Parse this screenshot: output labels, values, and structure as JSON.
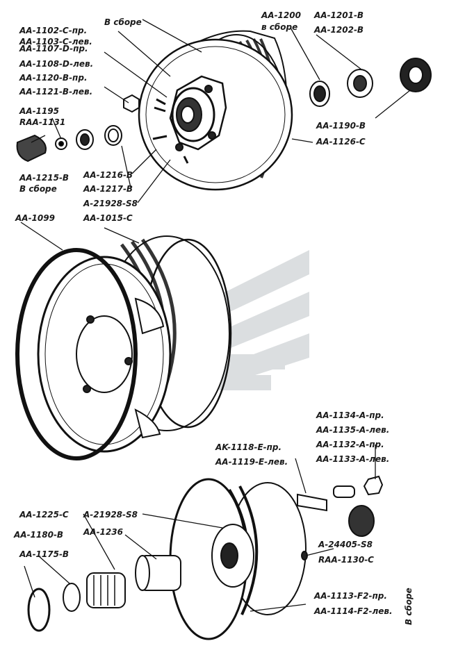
{
  "figure": {
    "labels": {
      "l1102": "AA-1102-C-пр.",
      "l1103": "AA-1103-C-лев.",
      "assy1": "В сборе",
      "l1107": "AA-1107-D-пр.",
      "l1108": "AA-1108-D-лев.",
      "l1120": "AA-1120-B-пр.",
      "l1121": "AA-1121-B-лев.",
      "l1195": "AA-1195",
      "l1131": "RAA-1131",
      "l1215": "AA-1215-B",
      "assy1215": "В сборе",
      "l1216": "AA-1216-B",
      "l1217": "AA-1217-B",
      "l21928a": "A-21928-S8",
      "l1015": "AA-1015-C",
      "l1099": "AA-1099",
      "l1200": "AA-1200",
      "assy1200": "в сборе",
      "l1201": "AA-1201-B",
      "l1202": "AA-1202-B",
      "l1190": "AA-1190-B",
      "l1126": "AA-1126-C",
      "l1134": "AA-1134-A-пр.",
      "l1135": "AA-1135-A-лев.",
      "l1132": "AA-1132-A-пр.",
      "l1133": "AA-1133-A-лев.",
      "l1118": "AK-1118-E-пр.",
      "l1119": "AA-1119-E-лев.",
      "l1225": "AA-1225-C",
      "l1180": "AA-1180-B",
      "l1175": "AA-1175-B",
      "l21928b": "A-21928-S8",
      "l1236": "AA-1236",
      "l24405": "A-24405-S8",
      "l1130": "RAA-1130-C",
      "l1113": "AA-1113-F2-пр.",
      "l1114": "AA-1114-F2-лев.",
      "assy1113": "В сборе"
    }
  }
}
